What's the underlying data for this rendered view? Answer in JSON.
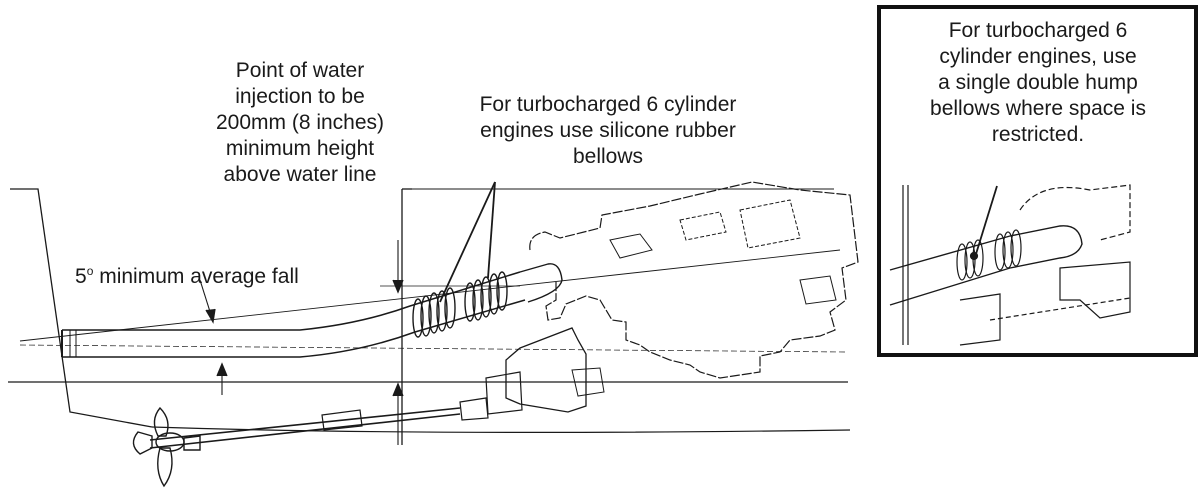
{
  "labels": {
    "water_injection": [
      "Point of water",
      "injection to be",
      "200mm (8 inches)",
      "minimum height",
      "above water line"
    ],
    "bellows_main": [
      "For turbocharged 6 cylinder",
      "engines use silicone rubber",
      "bellows"
    ],
    "fall": {
      "value": "5",
      "degree": "o",
      "text": " minimum average fall"
    },
    "inset": [
      "For turbocharged 6",
      "cylinder engines, use",
      "a single double hump",
      "bellows where space is",
      "restricted."
    ]
  },
  "colors": {
    "line": "#1a1a1a",
    "frame": "#111111"
  }
}
